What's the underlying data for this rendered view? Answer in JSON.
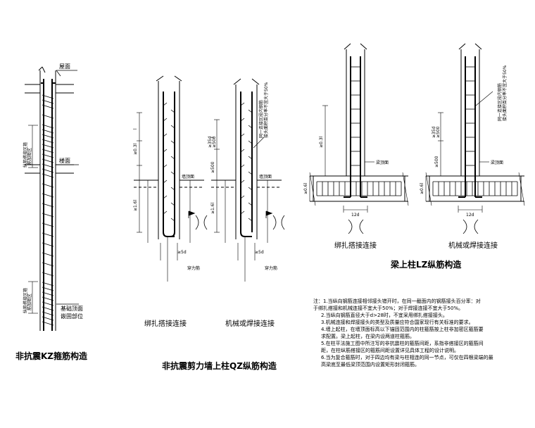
{
  "left_column": {
    "roof_label": "屋面",
    "floor_label": "楼面",
    "zone_top": [
      "纵筋搭接区箍",
      "筋加密区"
    ],
    "zone_bottom": [
      "纵筋搭接区箍",
      "筋加密区"
    ],
    "foundation": [
      "基础顶面",
      "嵌固部位"
    ],
    "title": "非抗震KZ箍筋构造"
  },
  "qz": {
    "left_floor_label": "墙顶面",
    "right_floor_label": "墙顶面",
    "dim_top_left": "≥0.3l",
    "dim_l_left": "l",
    "dim_bottom_left": "≥1.6l",
    "dim_l_right": "l",
    "dim_35d": "≥35d",
    "dim_500": "≥500",
    "dim_mid_right": "≥500",
    "dim_bottom_right": "≥1.6l",
    "note_right": [
      "同一连接区段内钢筋",
      "接头面积百分率不宜大于50%"
    ],
    "dim_5d_left": "≥5d",
    "dim_5d_right": "≥5d",
    "bar_label_left": "穿力筋",
    "bar_label_right": "穿力筋",
    "caption_left": "绑扎搭接连接",
    "caption_right": "机械或焊接连接",
    "title": "非抗震剪力墙上柱QZ纵筋构造"
  },
  "lz": {
    "beam_label_left": "梁顶面",
    "beam_label_right": "梁顶面",
    "dim_left_top": "≥0.3l",
    "dim_left_beam": "≥0.6l",
    "dim_right_35d": "≥35d",
    "dim_right_500": "≥500",
    "dim_right_bottom": "≥500",
    "dim_right_beam": "≥0.6l",
    "dim_12d_left": "12d",
    "dim_12d_right": "12d",
    "note_right": [
      "同一连接区段内钢筋",
      "接头面积百分率不宜大于50%"
    ],
    "caption_left": "绑扎搭接连接",
    "caption_right": "机械或焊接连接",
    "title": "梁上柱LZ纵筋构造"
  },
  "notes": [
    "注：1.当纵向钢筋连接相邻接头错开时，在同一截面内的钢筋接头百分率：对",
    "    于绑扎搭接和机械连接不宜大于50%；对于焊接连接不宜大于50%。",
    "2.当纵向钢筋直径大于d>28时，不宜采用绑扎搭接接头。",
    "3.机械连接和焊接接头的类型及质量应符合国家现行有关标准的要求。",
    "4.墙上起柱，在墙顶面标高以下锚固范围内的柱箍筋按上柱非加密区箍筋要",
    "  求配置。梁上起柱，在梁内设两道柱箍筋。",
    "5.在柱平法施工图中所注写的非抗震柱的箍筋间距，系指非搭接区的箍筋间",
    "  距，在柱纵筋搭接区的箍筋间距设置详见具体工程的设计说明。",
    "6.当为复合箍筋时，对于四边均有梁与柱相连的同一节点，可仅在四根梁端的最",
    "  高梁底至最低梁顶范围内设置矩形封闭箍筋。"
  ]
}
